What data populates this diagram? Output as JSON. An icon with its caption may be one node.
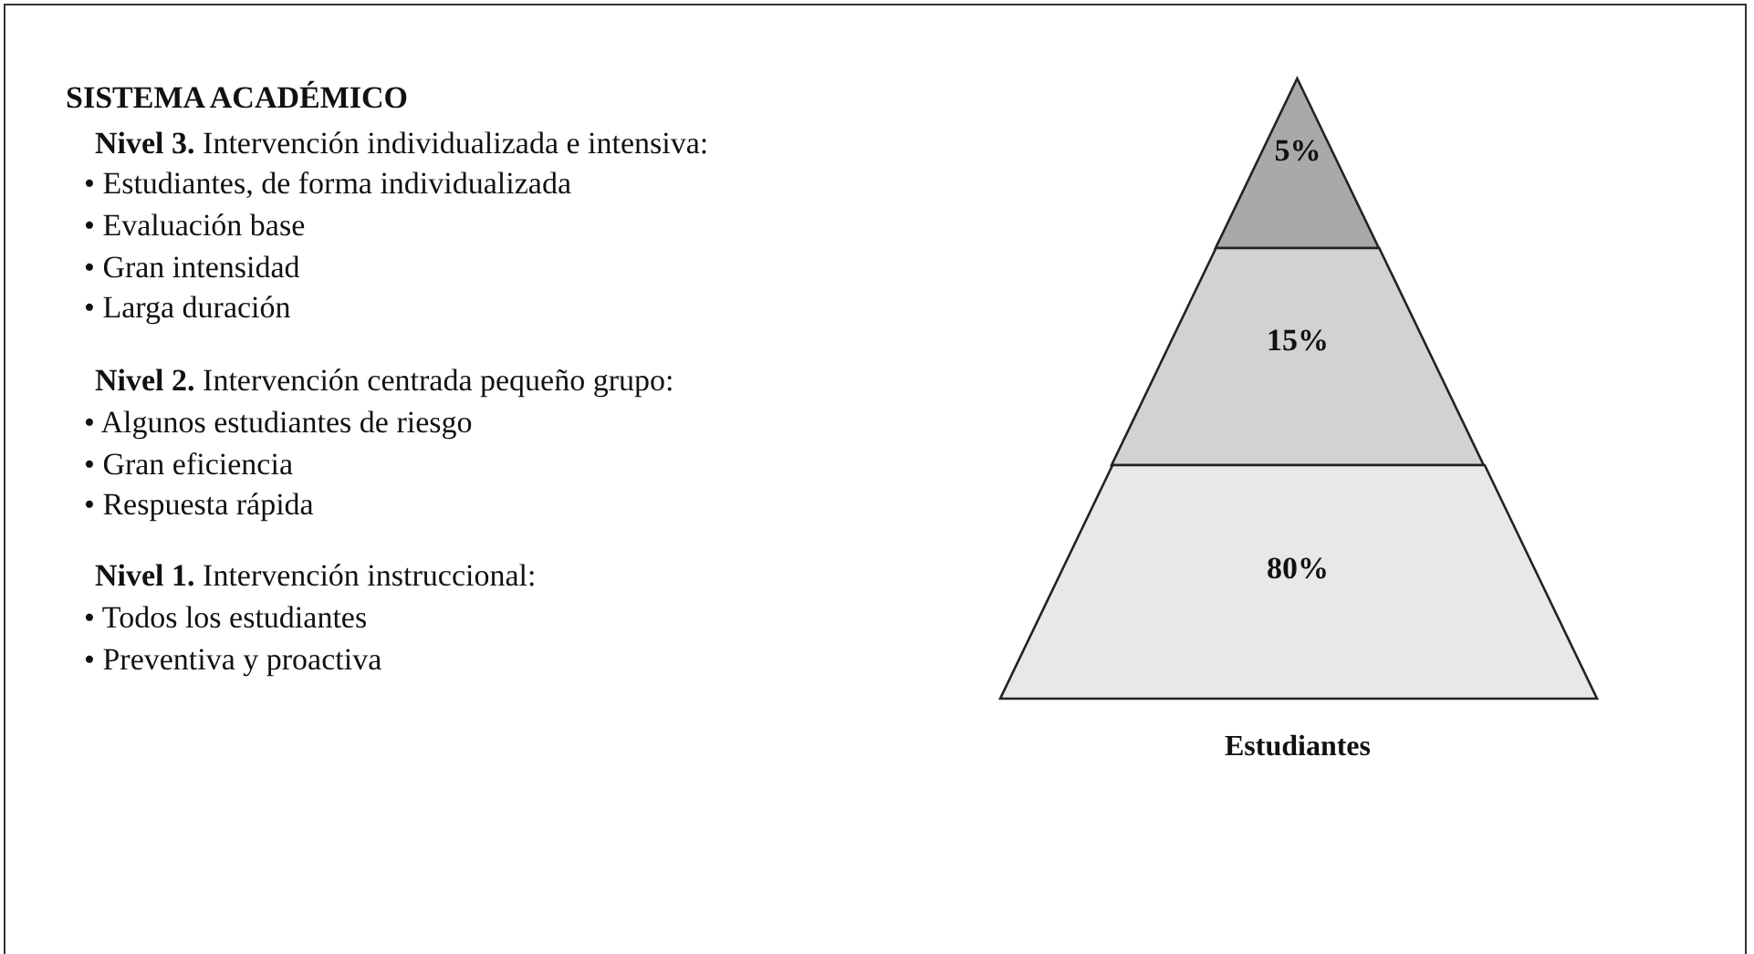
{
  "diagram": {
    "title": "SISTEMA ACADÉMICO",
    "nodes": [
      {
        "text": [
          "5%"
        ]
      },
      {
        "text": [
          "15%"
        ]
      },
      {
        "text": [
          "80%"
        ]
      }
    ],
    "labels": [
      "**Nivel 3.** Intervención individualizada e intensiva:",
      "• Estudiantes, de forma individualizada",
      "• Evaluación base",
      "• Gran intensidad",
      "• Larga duración",
      "**Nivel 2.** Intervención centrada pequeño grupo:",
      "• Algunos estudiantes de riesgo",
      "• Gran eficiencia",
      "• Respuesta rápida",
      "**Nivel 1.** Intervención instruccional:",
      "• Todos los estudiantes",
      "• Preventiva y proactiva",
      "Estudiantes"
    ]
  }
}
